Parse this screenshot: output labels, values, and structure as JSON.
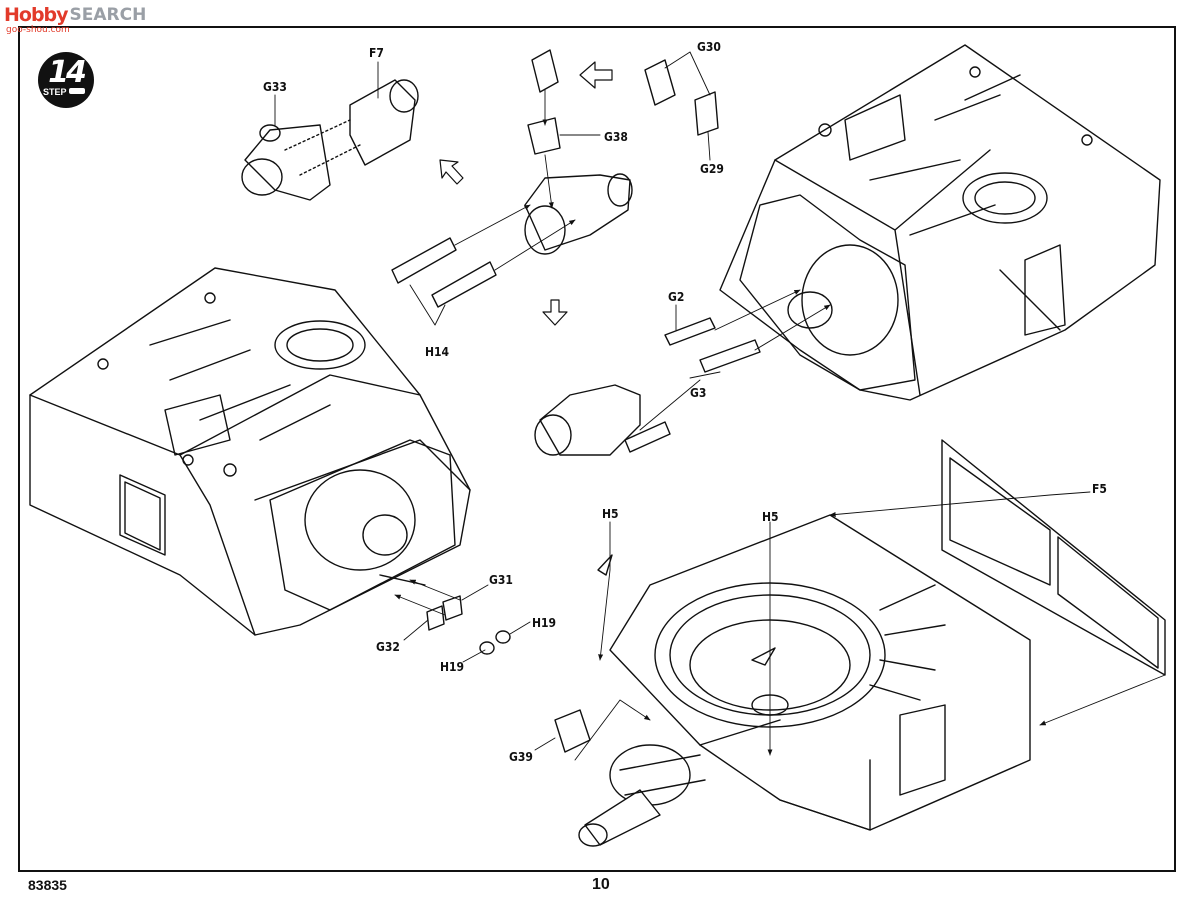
{
  "watermark": {
    "logo": "Hobby",
    "text": "SEARCH",
    "url": "goo-shou.com"
  },
  "step": {
    "number": "14",
    "word": "STEP"
  },
  "parts": {
    "f7": "F7",
    "g33": "G33",
    "g30": "G30",
    "g38": "G38",
    "g29": "G29",
    "h14": "H14",
    "g2": "G2",
    "g3": "G3",
    "f5": "F5",
    "h5_left": "H5",
    "h5_right": "H5",
    "g31": "G31",
    "g32": "G32",
    "h19_right": "H19",
    "h19_left": "H19",
    "g39": "G39"
  },
  "footer": {
    "code": "83835",
    "page": "10"
  }
}
